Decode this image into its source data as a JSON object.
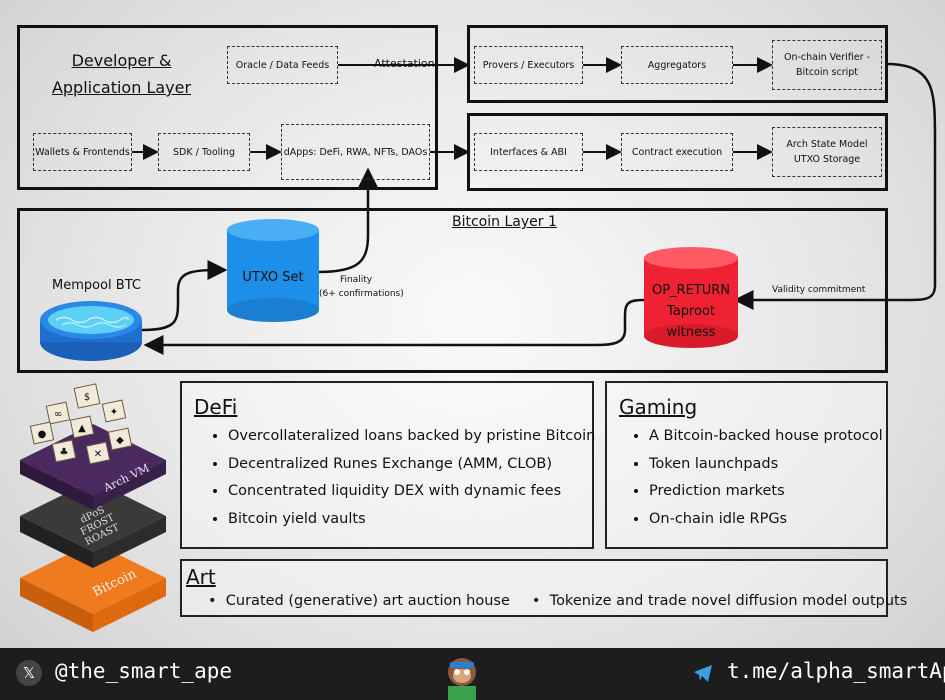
{
  "offchain": {
    "dev_layer_title": "Developer & Application Layer",
    "oracle": "Oracle / Data Feeds",
    "attestation": "Attestation",
    "wallets": "Wallets & Frontends",
    "sdk": "SDK / Tooling",
    "dapps": "dApps: DeFi, RWA, NFTs, DAOs",
    "provers": "Provers / Executors",
    "aggregators": "Aggregators",
    "verifier_line1": "On-chain Verifier -",
    "verifier_line2": "Bitcoin script",
    "interfaces": "Interfaces & ABI",
    "contract": "Contract execution",
    "state_line1": "Arch State Model",
    "state_line2": "UTXO Storage"
  },
  "bitcoin_layer": {
    "title": "Bitcoin Layer 1",
    "mempool": "Mempool BTC",
    "utxo_set": "UTXO Set",
    "finality_line1": "Finality",
    "finality_line2": "(6+ confirmations)",
    "op_return_line1": "OP_RETURN",
    "op_return_line2": "Taproot",
    "op_return_line3": "witness",
    "validity": "Validity commitment"
  },
  "stack_graphic": {
    "top_label": "Arch VM",
    "middle_line1": "dPoS",
    "middle_line2": "FROST",
    "middle_line3": "ROAST",
    "bottom_label": "Bitcoin",
    "colors": {
      "top": "#4a2a5e",
      "middle": "#3a3a3a",
      "bottom": "#f07a1e"
    }
  },
  "defi": {
    "title": "DeFi",
    "items": [
      "Overcollateralized loans backed by pristine Bitcoin",
      "Decentralized Runes Exchange (AMM, CLOB)",
      "Concentrated liquidity DEX with dynamic fees",
      "Bitcoin yield vaults"
    ]
  },
  "gaming": {
    "title": "Gaming",
    "items": [
      "A Bitcoin-backed house protocol",
      "Token launchpads",
      "Prediction markets",
      "On-chain idle RPGs"
    ]
  },
  "art": {
    "title": "Art",
    "items": [
      "Curated (generative) art auction house",
      "Tokenize and trade novel diffusion model outputs"
    ]
  },
  "footer": {
    "x_icon": "x-logo-icon",
    "handle": "@the_smart_ape",
    "telegram_icon": "telegram-icon",
    "telegram": "t.me/alpha_smartApe"
  },
  "colors": {
    "utxo_cylinder": "#1e8fe8",
    "op_return_cylinder": "#ef2233",
    "footer_bg": "#1d1d1d"
  }
}
